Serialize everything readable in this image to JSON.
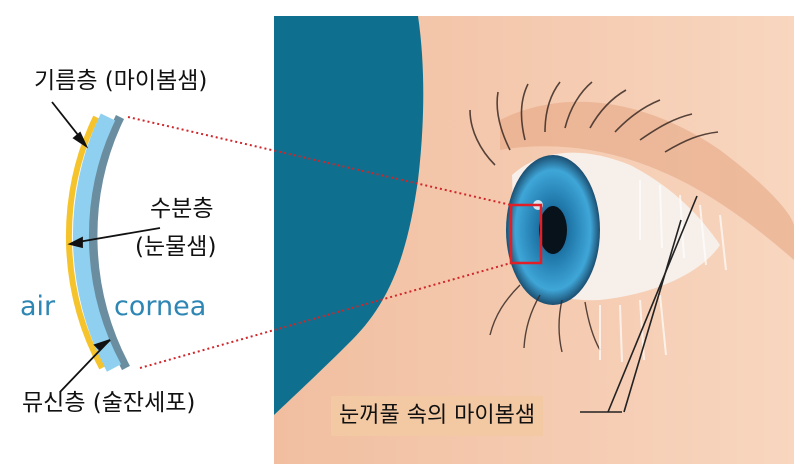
{
  "labels": {
    "lipid_layer": "기름층 (마이봄샘)",
    "aqueous_layer_line1": "수분층",
    "aqueous_layer_line2": "(눈물샘)",
    "air": "air",
    "cornea": "cornea",
    "mucin_layer": "뮤신층 (술잔세포)",
    "meibomian_gland": "눈꺼풀 속의 마이봄샘"
  },
  "colors": {
    "lipid": "#f5c32c",
    "aqueous": "#8fd0f0",
    "mucin": "#6a8ea0",
    "dotted_line": "#d0262a",
    "highlight_box": "#e01f26",
    "skin": "#f4c9aa",
    "background_teal": "#0f6f8f",
    "iris": "#2c8fc4",
    "label_blue": "#2d86b3"
  },
  "icons": [
    "tear-film-layer-diagram",
    "eye-closeup-illustration"
  ]
}
